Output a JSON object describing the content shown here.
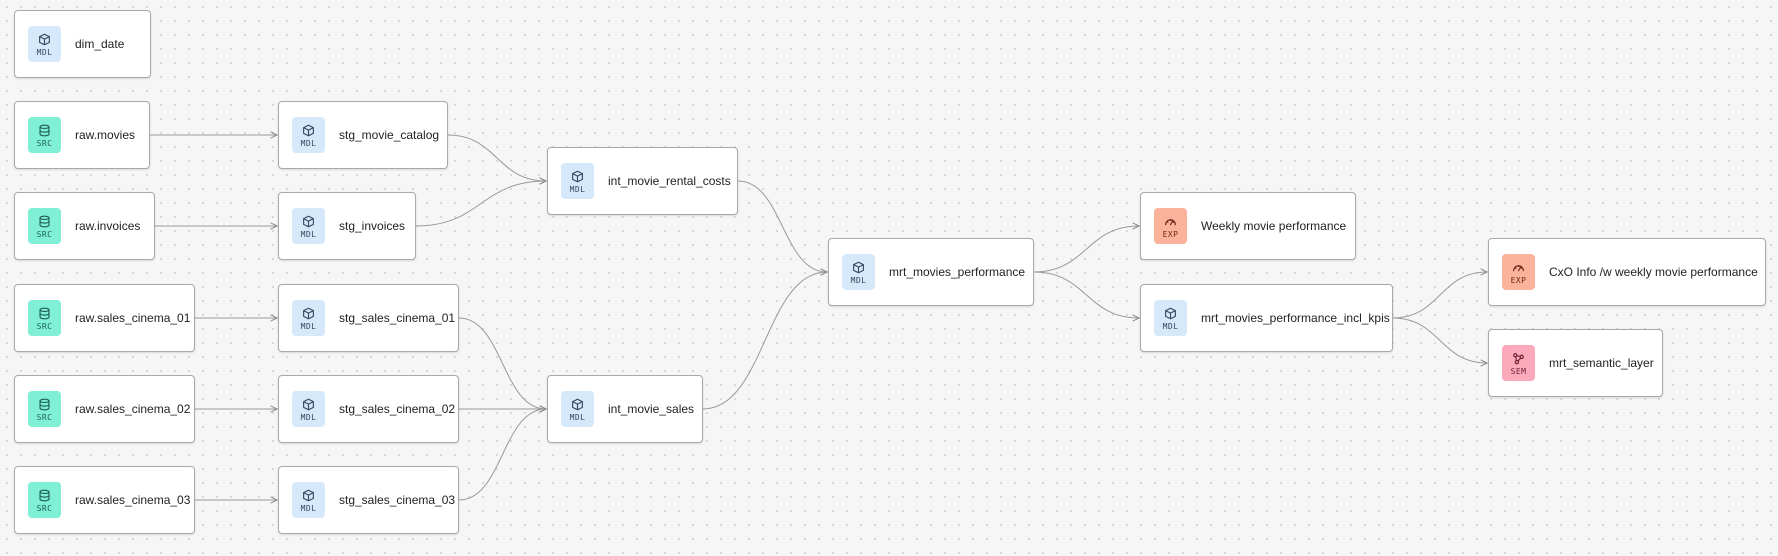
{
  "colors": {
    "model_badge": "#d6e9fb",
    "source_badge": "#7ff0d6",
    "exposure_badge": "#fbb39b",
    "semantic_badge": "#fba9bb",
    "edge": "#9a9a9a"
  },
  "nodes": [
    {
      "id": "dim_date",
      "label": "dim_date",
      "type": "MDL",
      "icon": "cube-icon"
    },
    {
      "id": "raw_movies",
      "label": "raw.movies",
      "type": "SRC",
      "icon": "database-icon"
    },
    {
      "id": "raw_invoices",
      "label": "raw.invoices",
      "type": "SRC",
      "icon": "database-icon"
    },
    {
      "id": "raw_sales_cinema_01",
      "label": "raw.sales_cinema_01",
      "type": "SRC",
      "icon": "database-icon"
    },
    {
      "id": "raw_sales_cinema_02",
      "label": "raw.sales_cinema_02",
      "type": "SRC",
      "icon": "database-icon"
    },
    {
      "id": "raw_sales_cinema_03",
      "label": "raw.sales_cinema_03",
      "type": "SRC",
      "icon": "database-icon"
    },
    {
      "id": "stg_movie_catalog",
      "label": "stg_movie_catalog",
      "type": "MDL",
      "icon": "cube-icon"
    },
    {
      "id": "stg_invoices",
      "label": "stg_invoices",
      "type": "MDL",
      "icon": "cube-icon"
    },
    {
      "id": "stg_sales_cinema_01",
      "label": "stg_sales_cinema_01",
      "type": "MDL",
      "icon": "cube-icon"
    },
    {
      "id": "stg_sales_cinema_02",
      "label": "stg_sales_cinema_02",
      "type": "MDL",
      "icon": "cube-icon"
    },
    {
      "id": "stg_sales_cinema_03",
      "label": "stg_sales_cinema_03",
      "type": "MDL",
      "icon": "cube-icon"
    },
    {
      "id": "int_movie_rental_costs",
      "label": "int_movie_rental_costs",
      "type": "MDL",
      "icon": "cube-icon"
    },
    {
      "id": "int_movie_sales",
      "label": "int_movie_sales",
      "type": "MDL",
      "icon": "cube-icon"
    },
    {
      "id": "mrt_movies_performance",
      "label": "mrt_movies_performance",
      "type": "MDL",
      "icon": "cube-icon"
    },
    {
      "id": "weekly_movie_performance",
      "label": "Weekly movie performance",
      "type": "EXP",
      "icon": "gauge-icon"
    },
    {
      "id": "mrt_movies_performance_incl_kpis",
      "label": "mrt_movies_performance_incl_kpis",
      "type": "MDL",
      "icon": "cube-icon"
    },
    {
      "id": "cxo_info",
      "label": "CxO Info /w weekly movie performance",
      "type": "EXP",
      "icon": "gauge-icon"
    },
    {
      "id": "mrt_semantic_layer",
      "label": "mrt_semantic_layer",
      "type": "SEM",
      "icon": "nodes-icon"
    }
  ],
  "edges": [
    [
      "raw_movies",
      "stg_movie_catalog"
    ],
    [
      "raw_invoices",
      "stg_invoices"
    ],
    [
      "raw_sales_cinema_01",
      "stg_sales_cinema_01"
    ],
    [
      "raw_sales_cinema_02",
      "stg_sales_cinema_02"
    ],
    [
      "raw_sales_cinema_03",
      "stg_sales_cinema_03"
    ],
    [
      "stg_movie_catalog",
      "int_movie_rental_costs"
    ],
    [
      "stg_invoices",
      "int_movie_rental_costs"
    ],
    [
      "stg_sales_cinema_01",
      "int_movie_sales"
    ],
    [
      "stg_sales_cinema_02",
      "int_movie_sales"
    ],
    [
      "stg_sales_cinema_03",
      "int_movie_sales"
    ],
    [
      "int_movie_rental_costs",
      "mrt_movies_performance"
    ],
    [
      "int_movie_sales",
      "mrt_movies_performance"
    ],
    [
      "mrt_movies_performance",
      "weekly_movie_performance"
    ],
    [
      "mrt_movies_performance",
      "mrt_movies_performance_incl_kpis"
    ],
    [
      "mrt_movies_performance_incl_kpis",
      "cxo_info"
    ],
    [
      "mrt_movies_performance_incl_kpis",
      "mrt_semantic_layer"
    ]
  ]
}
